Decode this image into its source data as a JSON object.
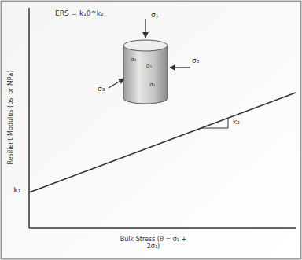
{
  "diagram": {
    "labels": [
      "ERS = k₁θ^k₂",
      "σ₁",
      "σ₃",
      "σ₃",
      "σ₃",
      "σ₁",
      "σ₁",
      "k₂",
      "k₁",
      "Resilient Modulus (psi or MPa)",
      "Bulk Stress (θ = σ₁ + 2σ₃)"
    ]
  }
}
